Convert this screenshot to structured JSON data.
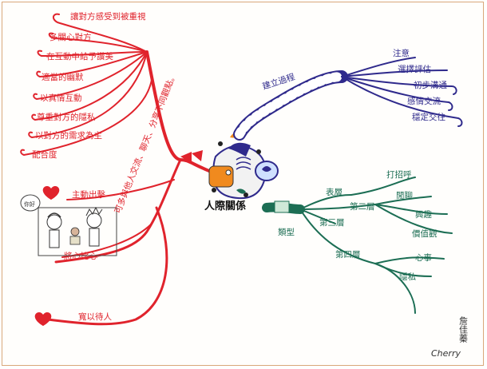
{
  "colors": {
    "red_branch": "#e0232c",
    "blue_branch": "#2f2a8c",
    "green_branch": "#1c6e54",
    "center_orange": "#f08a1e",
    "paper_border": "#d9a77a"
  },
  "center": {
    "title": "人際關係"
  },
  "blue_branch": {
    "title": "建立過程",
    "items": [
      "注意",
      "選擇評估",
      "初步溝通",
      "感情交流",
      "穩定交往"
    ]
  },
  "green_branch": {
    "title": "類型",
    "levels": [
      "表層",
      "第二層",
      "第三層",
      "第四層"
    ],
    "details": [
      "打招呼",
      "閒聊",
      "興趣",
      "價值觀",
      "心事",
      "隱私"
    ]
  },
  "red_branch": {
    "items": [
      "讓對方感受到被重視",
      "多關心對方",
      "在互動中給予讚美",
      "適當的幽默",
      "以真情互動",
      "尊重對方的隱私",
      "以對方的需求為主",
      "配合度"
    ],
    "sub1": {
      "title": "主動出擊",
      "note": "可多與他人交流、聊天、分享不同觀點。"
    },
    "sub2": {
      "title": "將心比心"
    },
    "sub3": {
      "title": "寬以待人"
    },
    "drawing_bubble": "你好"
  },
  "signature": {
    "name_cn": "詹佳蓁",
    "name_en": "Cherry"
  }
}
